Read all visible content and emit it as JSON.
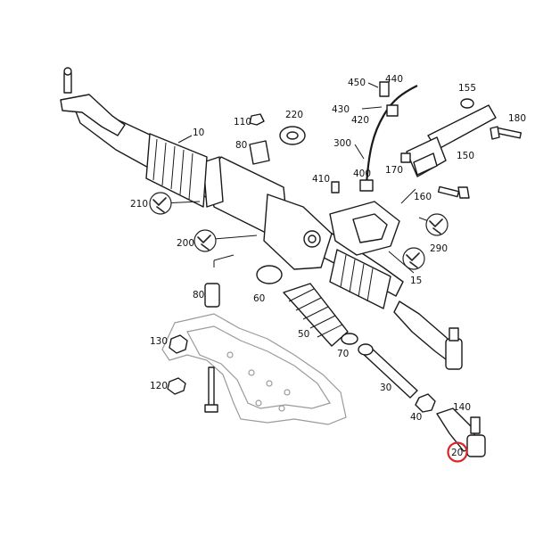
{
  "colors": {
    "line": "#1a1a1a",
    "highlight": "#d8262b",
    "frame": "#9a9a9a"
  },
  "callouts": {
    "c10": "10",
    "c15": "15",
    "c20": "20",
    "c30": "30",
    "c40": "40",
    "c50": "50",
    "c60": "60",
    "c70": "70",
    "c80a": "80",
    "c80b": "80",
    "c110": "110",
    "c120": "120",
    "c130": "130",
    "c140": "140",
    "c150": "150",
    "c155": "155",
    "c160": "160",
    "c170": "170",
    "c180": "180",
    "c200": "200",
    "c210": "210",
    "c220": "220",
    "c290": "290",
    "c300": "300",
    "c400": "400",
    "c410": "410",
    "c420": "420",
    "c430": "430",
    "c440": "440",
    "c450": "450"
  },
  "highlighted_part": "20",
  "icons": [
    "tool-symbol-icon"
  ]
}
